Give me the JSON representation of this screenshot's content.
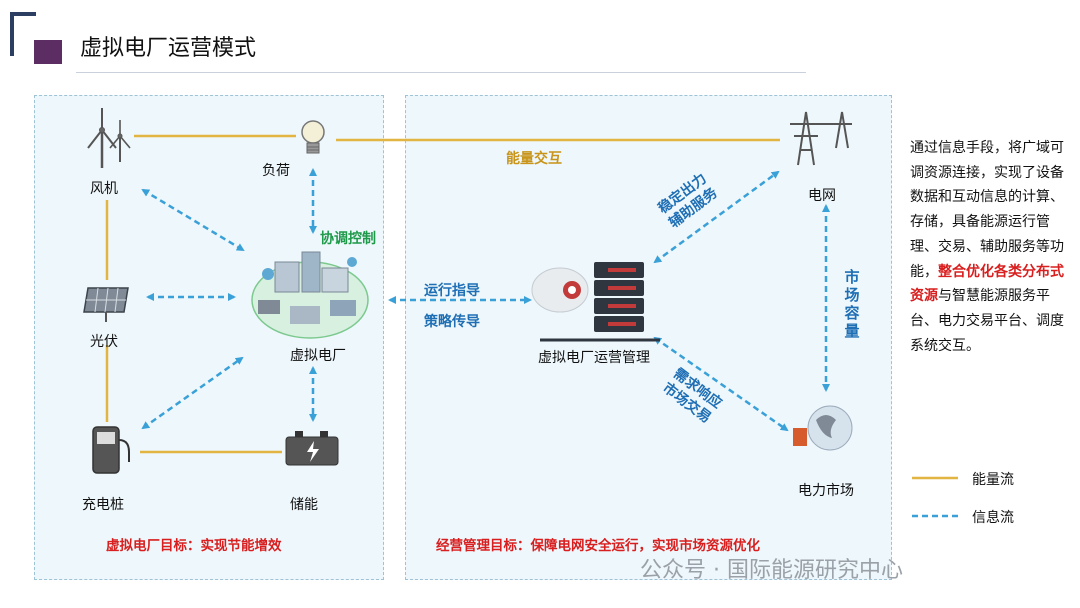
{
  "slide": {
    "title": "虚拟电厂运营模式"
  },
  "diagram": {
    "nodes": {
      "wind": "风机",
      "load": "负荷",
      "solar": "光伏",
      "vpp": "虚拟电厂",
      "charger": "充电桩",
      "storage": "储能",
      "grid": "电网",
      "vpp_mgmt": "虚拟电厂运营管理",
      "market": "电力市场"
    },
    "edge_labels": {
      "coordination": "协调控制",
      "energy_exchange": "能量交互",
      "op_guidance": "运行指导",
      "strategy": "策略传导",
      "stabilize_line1": "稳定出力",
      "stabilize_line2": "辅助服务",
      "demand_line1": "需求响应",
      "demand_line2": "市场交易",
      "market_capacity": "市场容量"
    },
    "goals": {
      "left": "虚拟电厂目标：实现节能增效",
      "right": "经营管理目标：保障电网安全运行，实现市场资源优化"
    }
  },
  "description": {
    "part1": "通过信息手段，将广域可调资源连接，实现了设备数据和互动信息的计算、存储，具备能源运行管理、交易、辅助服务等功能，",
    "highlight": "整合优化各类分布式资源",
    "part2": "与智慧能源服务平台、电力交易平台、调度系统交互。"
  },
  "legend": {
    "energy_flow": "能量流",
    "info_flow": "信息流"
  },
  "watermark": "公众号 · 国际能源研究中心",
  "colors": {
    "energy": "#e2b441",
    "info": "#3aa0d8",
    "accent_red": "#d81e1e",
    "accent_green": "#1f9a4a",
    "panel_bg": "#eef7fb"
  }
}
